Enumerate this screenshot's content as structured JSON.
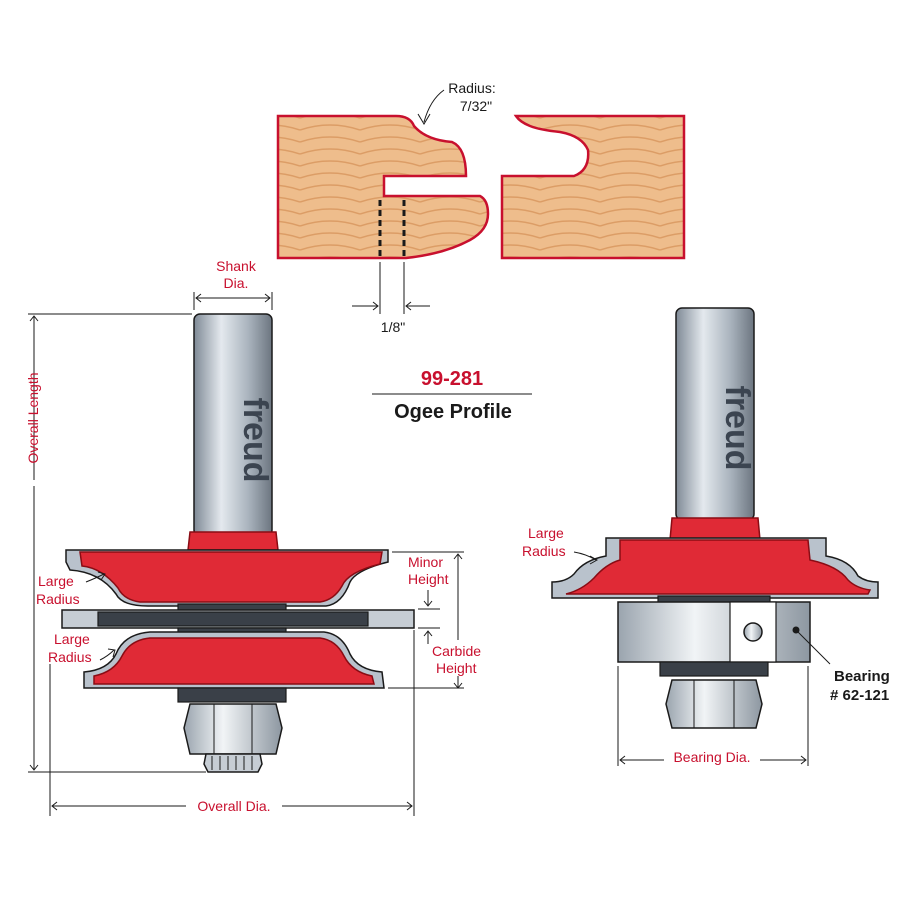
{
  "model": "99-281",
  "profile": "Ogee Profile",
  "brand": "freud",
  "labels": {
    "radius_title": "Radius:",
    "radius_value": "7/32\"",
    "gap": "1/8\"",
    "shank_line1": "Shank",
    "shank_line2": "Dia.",
    "overall_length": "Overall Length",
    "large_radius_line1": "Large",
    "large_radius_line2": "Radius",
    "minor_height_line1": "Minor",
    "minor_height_line2": "Height",
    "carbide_height_line1": "Carbide",
    "carbide_height_line2": "Height",
    "overall_dia": "Overall Dia.",
    "bearing_dia": "Bearing Dia.",
    "bearing_line1": "Bearing",
    "bearing_line2": "# 62-121"
  },
  "colors": {
    "accent": "#c8102e",
    "carbide": "#e02a36",
    "steel": "#b9c2cc",
    "wood": "#e9b683"
  }
}
